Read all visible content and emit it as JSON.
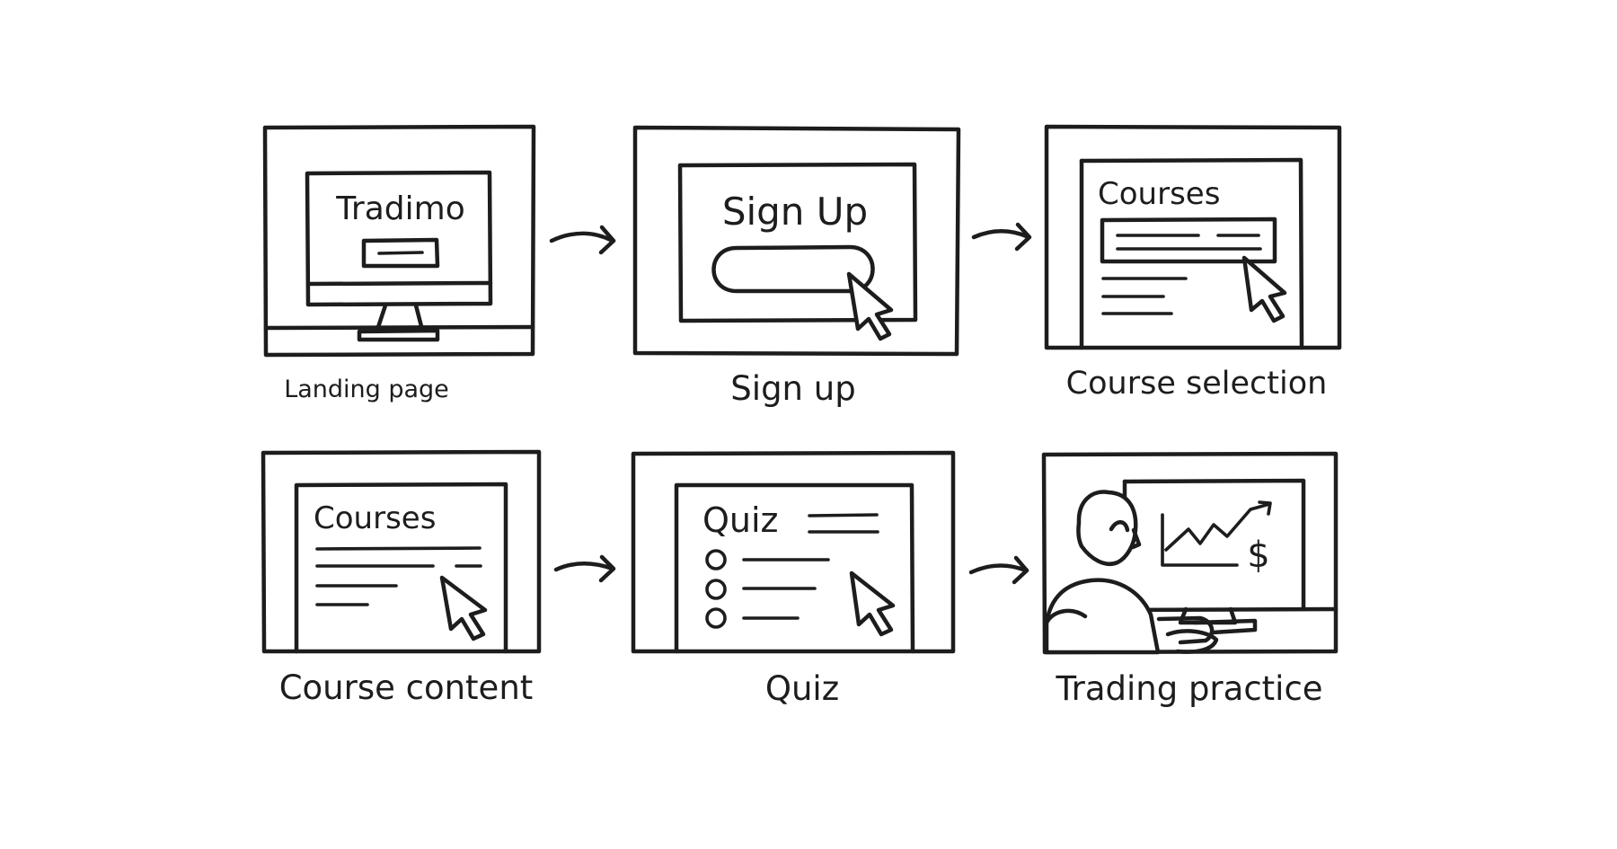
{
  "steps": [
    {
      "caption": "Landing page",
      "screen_title": "Tradimo"
    },
    {
      "caption": "Sign up",
      "screen_title": "Sign Up"
    },
    {
      "caption": "Course selection",
      "screen_title": "Courses"
    },
    {
      "caption": "Course content",
      "screen_title": "Courses"
    },
    {
      "caption": "Quiz",
      "screen_title": "Quiz"
    },
    {
      "caption": "Trading practice",
      "screen_symbol": "$"
    }
  ],
  "icons": {
    "arrow": "right-arrow-icon",
    "cursor": "cursor-arrow-icon",
    "monitor": "monitor-icon",
    "person": "person-icon",
    "chart": "trend-chart-icon",
    "radio": "radio-option-icon"
  },
  "colors": {
    "ink": "#1d1d1d",
    "background": "#ffffff"
  }
}
